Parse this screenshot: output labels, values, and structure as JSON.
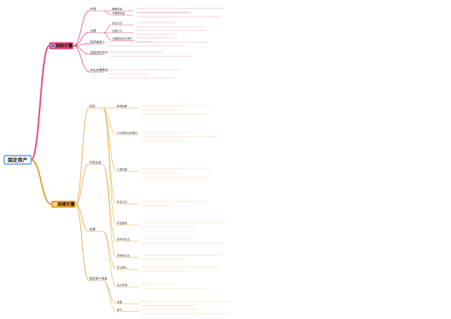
{
  "root": {
    "label": "固定资产",
    "color": "#3d7bd9"
  },
  "branches": [
    {
      "label": "初始计量",
      "icon": "pin-icon",
      "color": "#e84b77",
      "children": [
        {
          "label": "外购",
          "children": [
            {
              "label": "需要安装"
            },
            {
              "label": "不需要安装"
            }
          ]
        },
        {
          "label": "自建",
          "children": [
            {
              "label": "出包方式"
            },
            {
              "label": "自营方式"
            },
            {
              "label": "在建期间发生损失"
            }
          ]
        },
        {
          "label": "投资者投入"
        },
        {
          "label": "盘盈固定资产"
        },
        {
          "label": "存在弃置费用"
        }
      ]
    },
    {
      "label": "后续计量",
      "icon": "cake-icon",
      "color": "#e8a23a",
      "children": [
        {
          "label": "折旧",
          "children": [
            {
              "label": "影响因素"
            },
            {
              "label": "不计提折旧的情况"
            },
            {
              "label": "计提范围"
            },
            {
              "label": "折旧方法"
            },
            {
              "label": "折旧复核"
            }
          ]
        },
        {
          "label": "后续支出",
          "children": [
            {
              "label": "资本化支出"
            },
            {
              "label": "费用化支出"
            }
          ]
        },
        {
          "label": "处置",
          "children": [
            {
              "label": "终止确认"
            },
            {
              "label": "会计处理"
            }
          ]
        },
        {
          "label": "固定资产清查",
          "children": [
            {
              "label": "盘盈"
            },
            {
              "label": "盘亏"
            }
          ]
        }
      ]
    }
  ]
}
